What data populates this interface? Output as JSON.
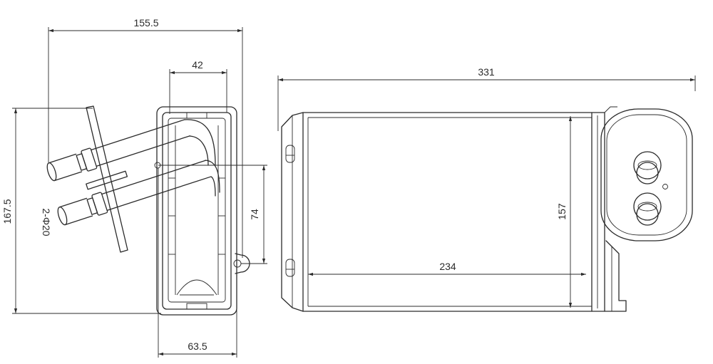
{
  "left_view": {
    "dim_top_span": "155.5",
    "dim_housing_top": "42",
    "dim_overall_height": "167.5",
    "dim_pipe_spec": "2-Φ20",
    "dim_pipe_spacing": "74",
    "dim_housing_depth": "63.5"
  },
  "front_view": {
    "dim_overall_length": "331",
    "dim_core_height": "157",
    "dim_core_width": "234"
  },
  "colors": {
    "line": "#2b2b2b",
    "background": "#ffffff"
  }
}
